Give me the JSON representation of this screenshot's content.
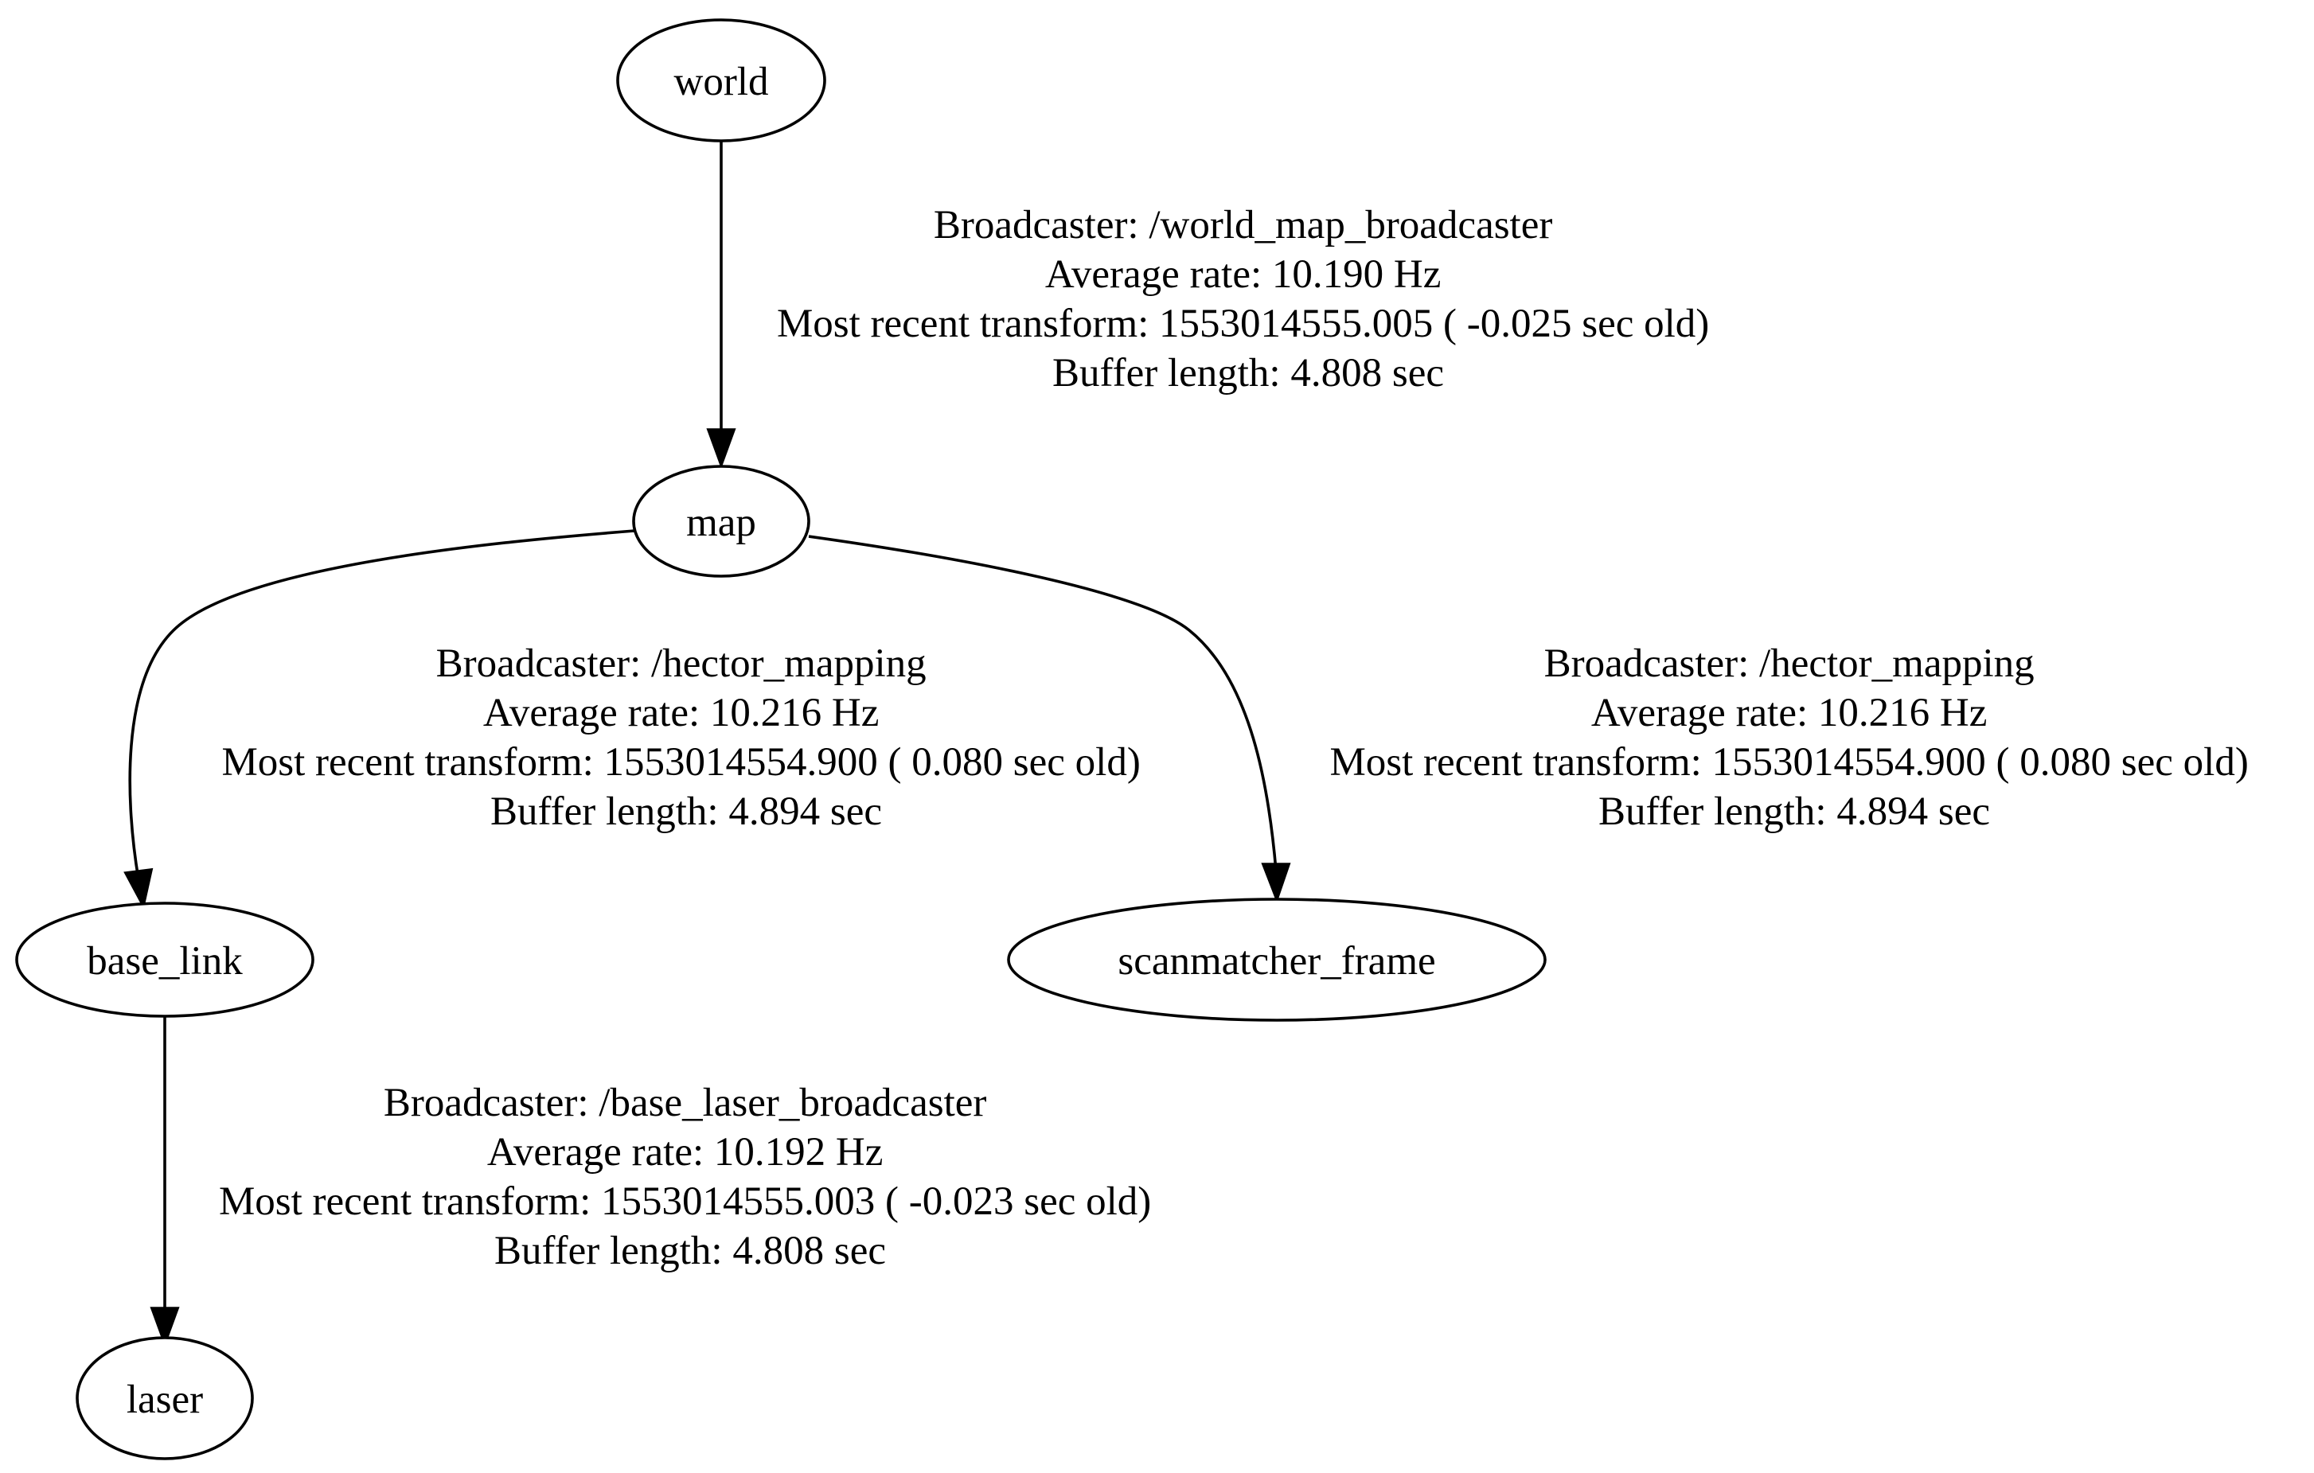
{
  "nodes": {
    "world": "world",
    "map": "map",
    "base_link": "base_link",
    "scanmatcher_frame": "scanmatcher_frame",
    "laser": "laser"
  },
  "edges": {
    "world_map": {
      "from": "world",
      "to": "map",
      "broadcaster": "Broadcaster: /world_map_broadcaster",
      "rate": "Average rate: 10.190 Hz",
      "recent": "Most recent transform: 1553014555.005 ( -0.025 sec old)",
      "buffer": "Buffer length: 4.808 sec"
    },
    "map_base_link": {
      "from": "map",
      "to": "base_link",
      "broadcaster": "Broadcaster: /hector_mapping",
      "rate": "Average rate: 10.216 Hz",
      "recent": "Most recent transform: 1553014554.900 ( 0.080 sec old)",
      "buffer": "Buffer length: 4.894 sec"
    },
    "map_scanmatcher": {
      "from": "map",
      "to": "scanmatcher_frame",
      "broadcaster": "Broadcaster: /hector_mapping",
      "rate": "Average rate: 10.216 Hz",
      "recent": "Most recent transform: 1553014554.900 ( 0.080 sec old)",
      "buffer": "Buffer length: 4.894 sec"
    },
    "base_link_laser": {
      "from": "base_link",
      "to": "laser",
      "broadcaster": "Broadcaster: /base_laser_broadcaster",
      "rate": "Average rate: 10.192 Hz",
      "recent": "Most recent transform: 1553014555.003 ( -0.023 sec old)",
      "buffer": "Buffer length: 4.808 sec"
    }
  }
}
